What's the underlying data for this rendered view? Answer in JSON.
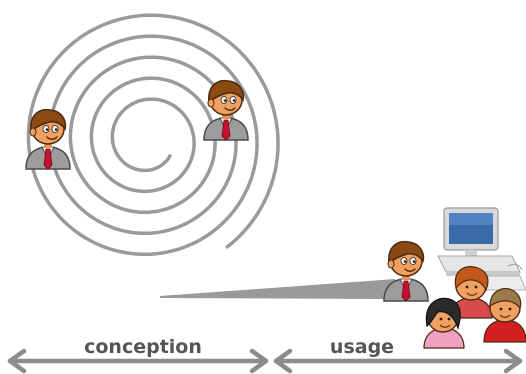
{
  "labels": {
    "conception": "conception",
    "usage": "usage"
  },
  "colors": {
    "stroke": "#9a9a9a",
    "arrow": "#8c8c8c",
    "label": "#555555",
    "skin": "#f0a060",
    "hair_brown": "#8b4a14",
    "suit": "#9c9c9c",
    "tie": "#c8102e",
    "shirt": "#ffffff"
  },
  "icons": {
    "spiral": "spiral",
    "developer": "person-with-tie-icon",
    "computer": "desktop-computer-icon",
    "users": "user-group-icon",
    "arrow": "double-headed-arrow-icon"
  },
  "people": {
    "developers": 3,
    "users": 3
  }
}
